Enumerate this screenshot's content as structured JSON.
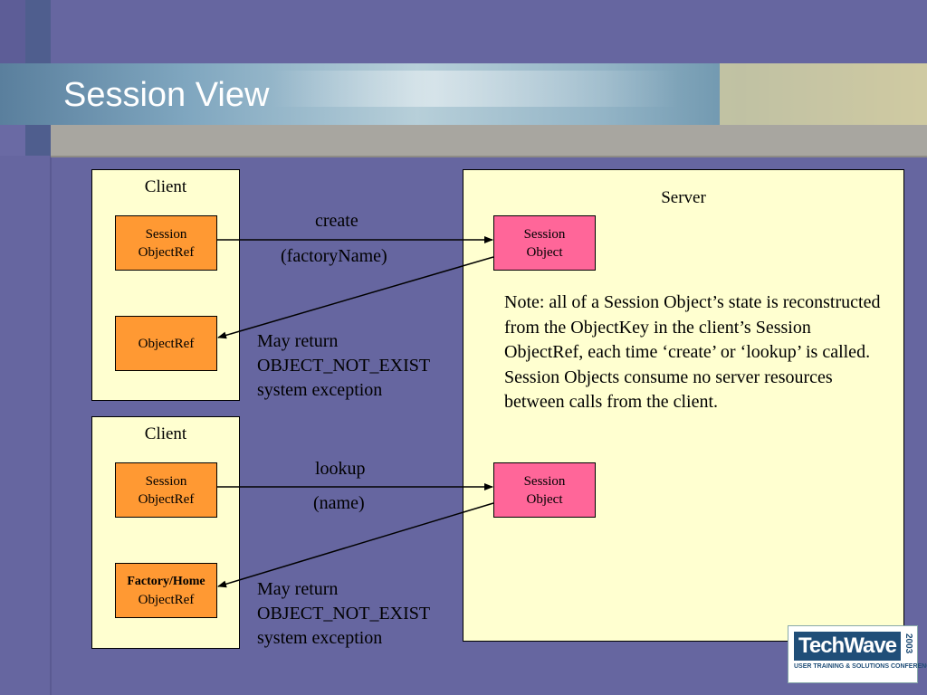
{
  "slide": {
    "title": "Session View"
  },
  "top_client": {
    "label": "Client",
    "session_objectref": [
      "Session",
      "ObjectRef"
    ],
    "objectref": "ObjectRef"
  },
  "bottom_client": {
    "label": "Client",
    "session_objectref": [
      "Session",
      "ObjectRef"
    ],
    "factory_home": "Factory/Home",
    "objectref": "ObjectRef"
  },
  "server": {
    "label": "Server",
    "session_object_top": [
      "Session",
      "Object"
    ],
    "session_object_bottom": [
      "Session",
      "Object"
    ],
    "note": "Note: all of a Session Object’s state is reconstructed from the ObjectKey in the client’s Session ObjectRef, each time ‘create’ or ‘lookup’ is called. Session Objects consume no server resources between calls from the client."
  },
  "calls": {
    "create": {
      "method": "create",
      "args": "(factoryName)"
    },
    "lookup": {
      "method": "lookup",
      "args": "(name)"
    }
  },
  "returns": {
    "top": [
      "May return",
      "OBJECT_NOT_EXIST",
      "system exception"
    ],
    "bottom": [
      "May return",
      "OBJECT_NOT_EXIST",
      "system exception"
    ]
  },
  "logo": {
    "name": "TechWave",
    "year": "2003",
    "tagline": "USER TRAINING & SOLUTIONS CONFERENCE"
  },
  "colors": {
    "background": "#6666a0",
    "panel": "#ffffd0",
    "client_box": "#ff9933",
    "server_box": "#ff6699"
  }
}
